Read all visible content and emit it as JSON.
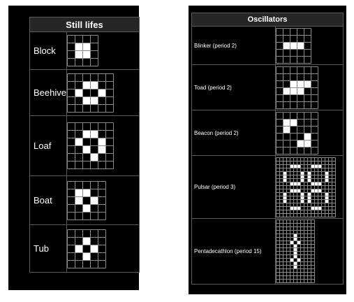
{
  "still_lifes": {
    "header": "Still lifes",
    "rows": [
      {
        "label": "Block",
        "cols": 4,
        "rows": 4,
        "alive": [
          [
            1,
            1
          ],
          [
            1,
            2
          ],
          [
            2,
            1
          ],
          [
            2,
            2
          ]
        ]
      },
      {
        "label": "Beehive",
        "cols": 6,
        "rows": 5,
        "alive": [
          [
            1,
            2
          ],
          [
            1,
            3
          ],
          [
            2,
            1
          ],
          [
            2,
            4
          ],
          [
            3,
            2
          ],
          [
            3,
            3
          ]
        ]
      },
      {
        "label": "Loaf",
        "cols": 6,
        "rows": 6,
        "alive": [
          [
            1,
            2
          ],
          [
            1,
            3
          ],
          [
            2,
            1
          ],
          [
            2,
            4
          ],
          [
            3,
            2
          ],
          [
            3,
            4
          ],
          [
            4,
            3
          ]
        ]
      },
      {
        "label": "Boat",
        "cols": 5,
        "rows": 5,
        "alive": [
          [
            1,
            1
          ],
          [
            1,
            2
          ],
          [
            2,
            1
          ],
          [
            2,
            3
          ],
          [
            3,
            2
          ]
        ]
      },
      {
        "label": "Tub",
        "cols": 5,
        "rows": 5,
        "alive": [
          [
            1,
            2
          ],
          [
            2,
            1
          ],
          [
            2,
            3
          ],
          [
            3,
            2
          ]
        ]
      }
    ]
  },
  "oscillators": {
    "header": "Oscillators",
    "rows": [
      {
        "label": "Blinker (period 2)",
        "cols": 5,
        "rows": 5,
        "alive": [
          [
            2,
            1
          ],
          [
            2,
            2
          ],
          [
            2,
            3
          ]
        ]
      },
      {
        "label": "Toad (period 2)",
        "cols": 6,
        "rows": 6,
        "alive": [
          [
            2,
            2
          ],
          [
            2,
            3
          ],
          [
            2,
            4
          ],
          [
            3,
            1
          ],
          [
            3,
            2
          ],
          [
            3,
            3
          ]
        ]
      },
      {
        "label": "Beacon (period 2)",
        "cols": 6,
        "rows": 6,
        "alive": [
          [
            1,
            1
          ],
          [
            1,
            2
          ],
          [
            2,
            1
          ],
          [
            3,
            4
          ],
          [
            4,
            3
          ],
          [
            4,
            4
          ]
        ]
      },
      {
        "label": "Pulsar (period 3)",
        "cols": 17,
        "rows": 17,
        "alive": [
          [
            2,
            4
          ],
          [
            2,
            5
          ],
          [
            2,
            6
          ],
          [
            2,
            10
          ],
          [
            2,
            11
          ],
          [
            2,
            12
          ],
          [
            4,
            2
          ],
          [
            4,
            7
          ],
          [
            4,
            9
          ],
          [
            4,
            14
          ],
          [
            5,
            2
          ],
          [
            5,
            7
          ],
          [
            5,
            9
          ],
          [
            5,
            14
          ],
          [
            6,
            2
          ],
          [
            6,
            7
          ],
          [
            6,
            9
          ],
          [
            6,
            14
          ],
          [
            7,
            4
          ],
          [
            7,
            5
          ],
          [
            7,
            6
          ],
          [
            7,
            10
          ],
          [
            7,
            11
          ],
          [
            7,
            12
          ],
          [
            9,
            4
          ],
          [
            9,
            5
          ],
          [
            9,
            6
          ],
          [
            9,
            10
          ],
          [
            9,
            11
          ],
          [
            9,
            12
          ],
          [
            10,
            2
          ],
          [
            10,
            7
          ],
          [
            10,
            9
          ],
          [
            10,
            14
          ],
          [
            11,
            2
          ],
          [
            11,
            7
          ],
          [
            11,
            9
          ],
          [
            11,
            14
          ],
          [
            12,
            2
          ],
          [
            12,
            7
          ],
          [
            12,
            9
          ],
          [
            12,
            14
          ],
          [
            14,
            4
          ],
          [
            14,
            5
          ],
          [
            14,
            6
          ],
          [
            14,
            10
          ],
          [
            14,
            11
          ],
          [
            14,
            12
          ]
        ]
      },
      {
        "label": "Pentadecathlon (period 15)",
        "cols": 11,
        "rows": 18,
        "alive": [
          [
            4,
            5
          ],
          [
            5,
            5
          ],
          [
            6,
            4
          ],
          [
            6,
            6
          ],
          [
            7,
            5
          ],
          [
            8,
            5
          ],
          [
            9,
            5
          ],
          [
            10,
            5
          ],
          [
            11,
            4
          ],
          [
            11,
            6
          ],
          [
            12,
            5
          ],
          [
            13,
            5
          ]
        ]
      }
    ]
  }
}
